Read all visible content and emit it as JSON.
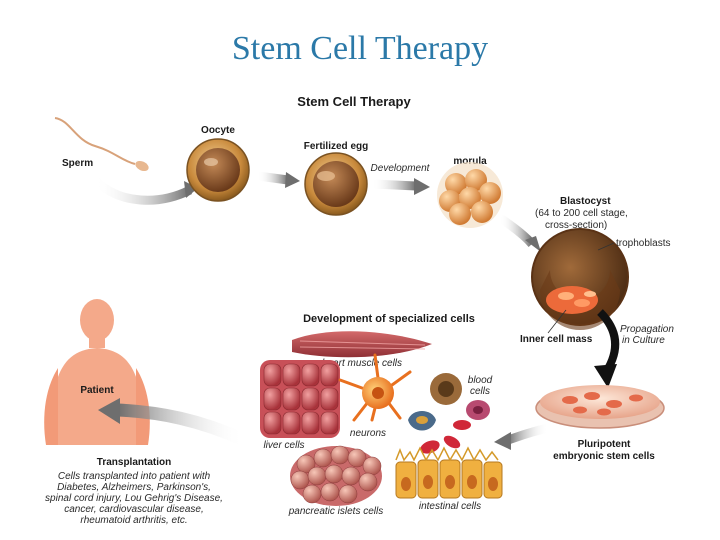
{
  "slide_title": "Stem Cell Therapy",
  "diagram_title": "Stem Cell Therapy",
  "labels": {
    "sperm": "Sperm",
    "oocyte": "Oocyte",
    "fertilized_egg": "Fertilized egg",
    "development": "Development",
    "morula": "morula",
    "blastocyst": "Blastocyst",
    "blastocyst_note_1": "(64 to 200 cell stage,",
    "blastocyst_note_2": "cross-section)",
    "trophoblasts": "trophoblasts",
    "inner_cell_mass": "Inner cell mass",
    "propagation_1": "Propagation",
    "propagation_2": "in Culture",
    "pluripotent_1": "Pluripotent",
    "pluripotent_2": "embryonic stem cells",
    "specialized_heading": "Development of specialized cells",
    "heart_muscle": "heart muscle cells",
    "liver": "liver cells",
    "neurons": "neurons",
    "blood_1": "blood",
    "blood_2": "cells",
    "pancreatic": "pancreatic islets cells",
    "intestinal": "intestinal cells",
    "patient": "Patient",
    "transplantation": "Transplantation",
    "transplant_lines": [
      "Cells transplanted into patient with",
      "Diabetes, Alzheimers, Parkinson's,",
      "spinal cord injury, Lou Gehrig's Disease,",
      "cancer, cardiovascular disease,",
      "rheumatoid arthritis, etc."
    ]
  },
  "colors": {
    "title": "#2b79a8",
    "arrow": "#7a7a7a",
    "egg": "#c98a3c",
    "cell": "#e9a05a",
    "muscle": "#b8454a",
    "patient": "#f4a98a"
  }
}
